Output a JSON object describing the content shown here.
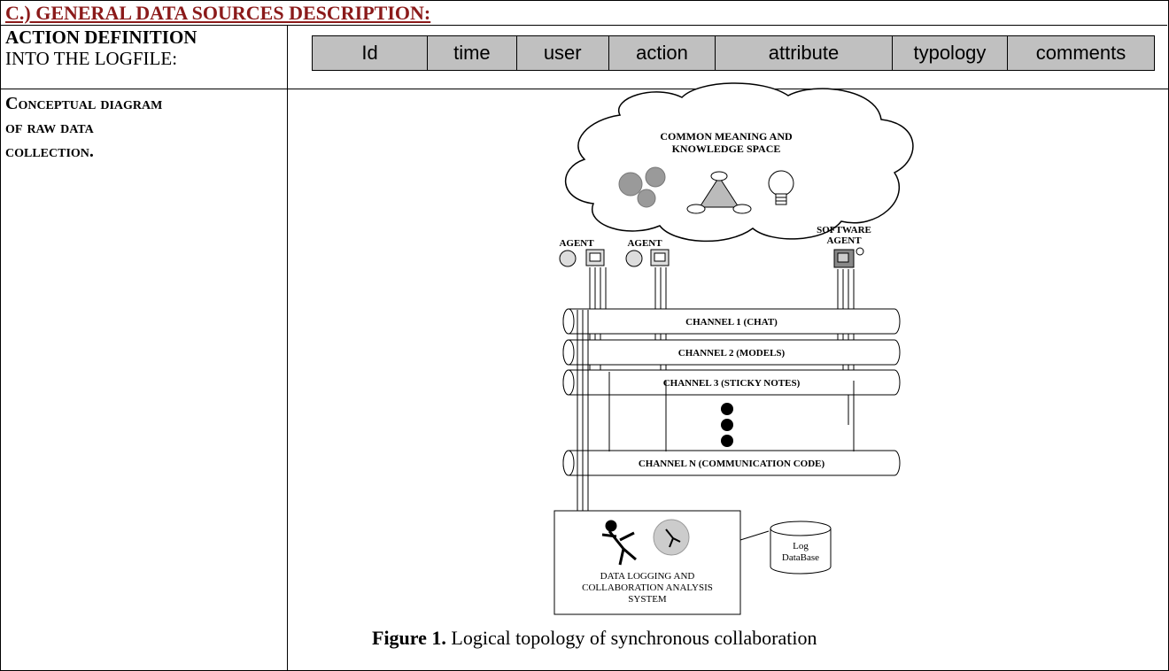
{
  "title": "C.) GENERAL DATA SOURCES DESCRIPTION:",
  "action_row": {
    "label_bold": "ACTION DEFINITION",
    "label_rest": "INTO THE LOGFILE:",
    "columns": [
      "Id",
      "time",
      "user",
      "action",
      "attribute",
      "typology",
      "comments"
    ]
  },
  "diagram_row": {
    "label": [
      "Conceptual diagram",
      "of raw data",
      "collection."
    ]
  },
  "figure": {
    "cloud_text": [
      "COMMON MEANING AND",
      "KNOWLEDGE SPACE"
    ],
    "agent1": "AGENT",
    "agent2": "AGENT",
    "software_agent": [
      "SOFTWARE",
      "AGENT"
    ],
    "channels": [
      "CHANNEL 1 (CHAT)",
      "CHANNEL 2 (MODELS)",
      "CHANNEL 3 (STICKY NOTES)",
      "CHANNEL N (COMMUNICATION CODE)"
    ],
    "system_text": [
      "DATA LOGGING AND",
      "COLLABORATION ANALYSIS",
      "SYSTEM"
    ],
    "db_text": [
      "Log",
      "DataBase"
    ],
    "caption_bold": "Figure 1.",
    "caption_rest": " Logical topology of synchronous collaboration"
  }
}
